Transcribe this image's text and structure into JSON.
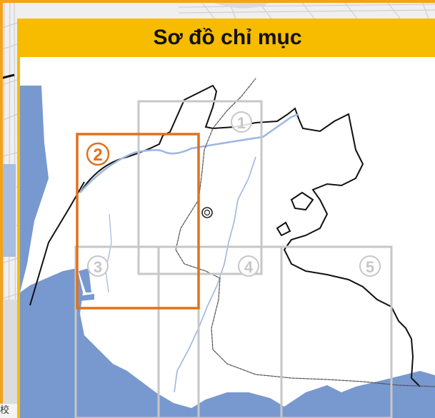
{
  "title": "Sơ đồ chỉ mục",
  "colors": {
    "title_bar": "#f7bc00",
    "outer_frame": "#f3a21a",
    "water": "#7899cf",
    "grid_normal": "#c7c7c7",
    "grid_selected": "#e0711c",
    "boundary": "#111111",
    "railway": "#555555",
    "river": "#9bb7e0"
  },
  "tiles": [
    {
      "label": "1",
      "selected": false
    },
    {
      "label": "2",
      "selected": true
    },
    {
      "label": "3",
      "selected": false
    },
    {
      "label": "4",
      "selected": false
    },
    {
      "label": "5",
      "selected": false
    }
  ],
  "landmark_icon": "station-circle-icon",
  "edge_text": "校"
}
